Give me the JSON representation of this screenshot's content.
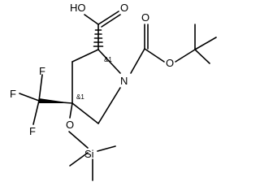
{
  "molecule": {
    "atoms": {
      "oh": "HO",
      "o_carbonyl_acid": "O",
      "n": "N",
      "o_carbonyl_boc": "O",
      "o_ester": "O",
      "f1": "F",
      "f2": "F",
      "f3": "F",
      "o_silyl": "O",
      "si": "Si"
    },
    "stereo_labels": {
      "c2": "&1",
      "c4": "&1"
    }
  }
}
